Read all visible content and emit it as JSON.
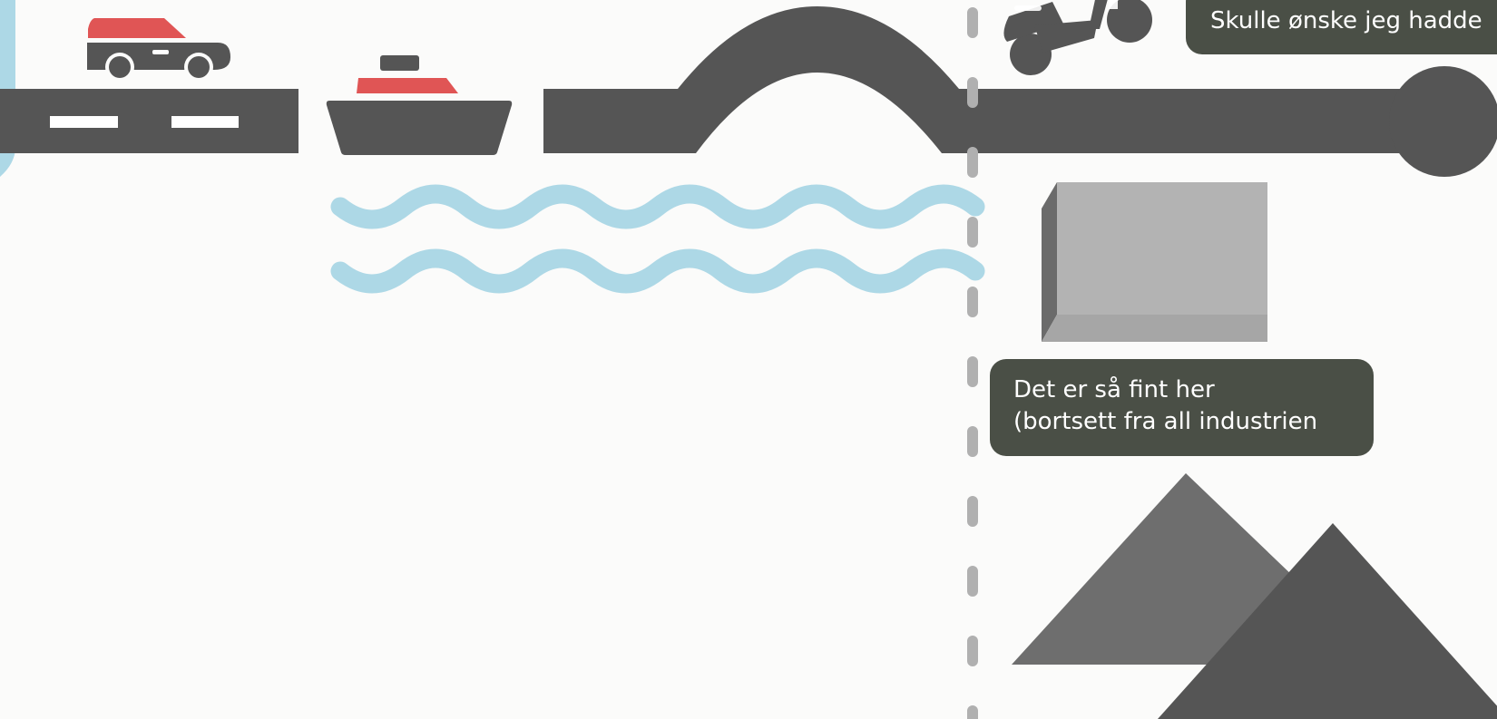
{
  "scene": {
    "background_color": "#fbfbfa",
    "road_color": "#555555",
    "accent_red": "#e05555",
    "water_color": "#add8e6",
    "divider_color": "#b0b0b0",
    "bubble_color": "#4a4f46"
  },
  "icons": {
    "car": "car-icon",
    "boat": "boat-icon",
    "scooter": "scooter-icon",
    "box": "box-icon",
    "mountains": "mountains-icon"
  },
  "bubbles": {
    "top": {
      "text": "Skulle ønske jeg hadde"
    },
    "middle": {
      "line1": "Det er så fint her",
      "line2": "(bortsett fra all industrien"
    }
  }
}
